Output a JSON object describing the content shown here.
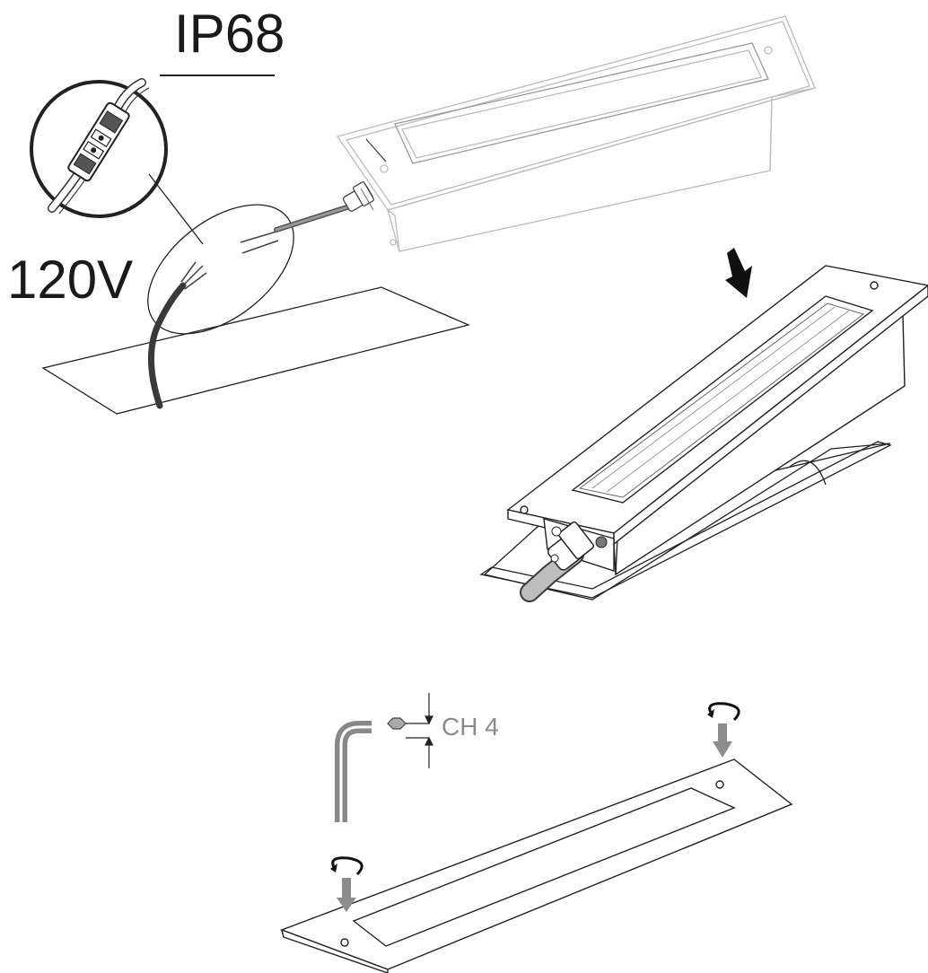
{
  "labels": {
    "protection_rating": "IP68",
    "voltage": "120V",
    "hex_key_size": "CH 4"
  },
  "icons": {
    "connector": "wire-connector-icon",
    "press_arrow": "down-arrow-icon",
    "rotate": "rotate-arrow-icon",
    "hex_key": "hex-key-icon"
  },
  "colors": {
    "line": "#222222",
    "light_line": "#b5b5b5",
    "gray_arrow": "#8c8c8c",
    "cable": "#4a4a4a"
  }
}
